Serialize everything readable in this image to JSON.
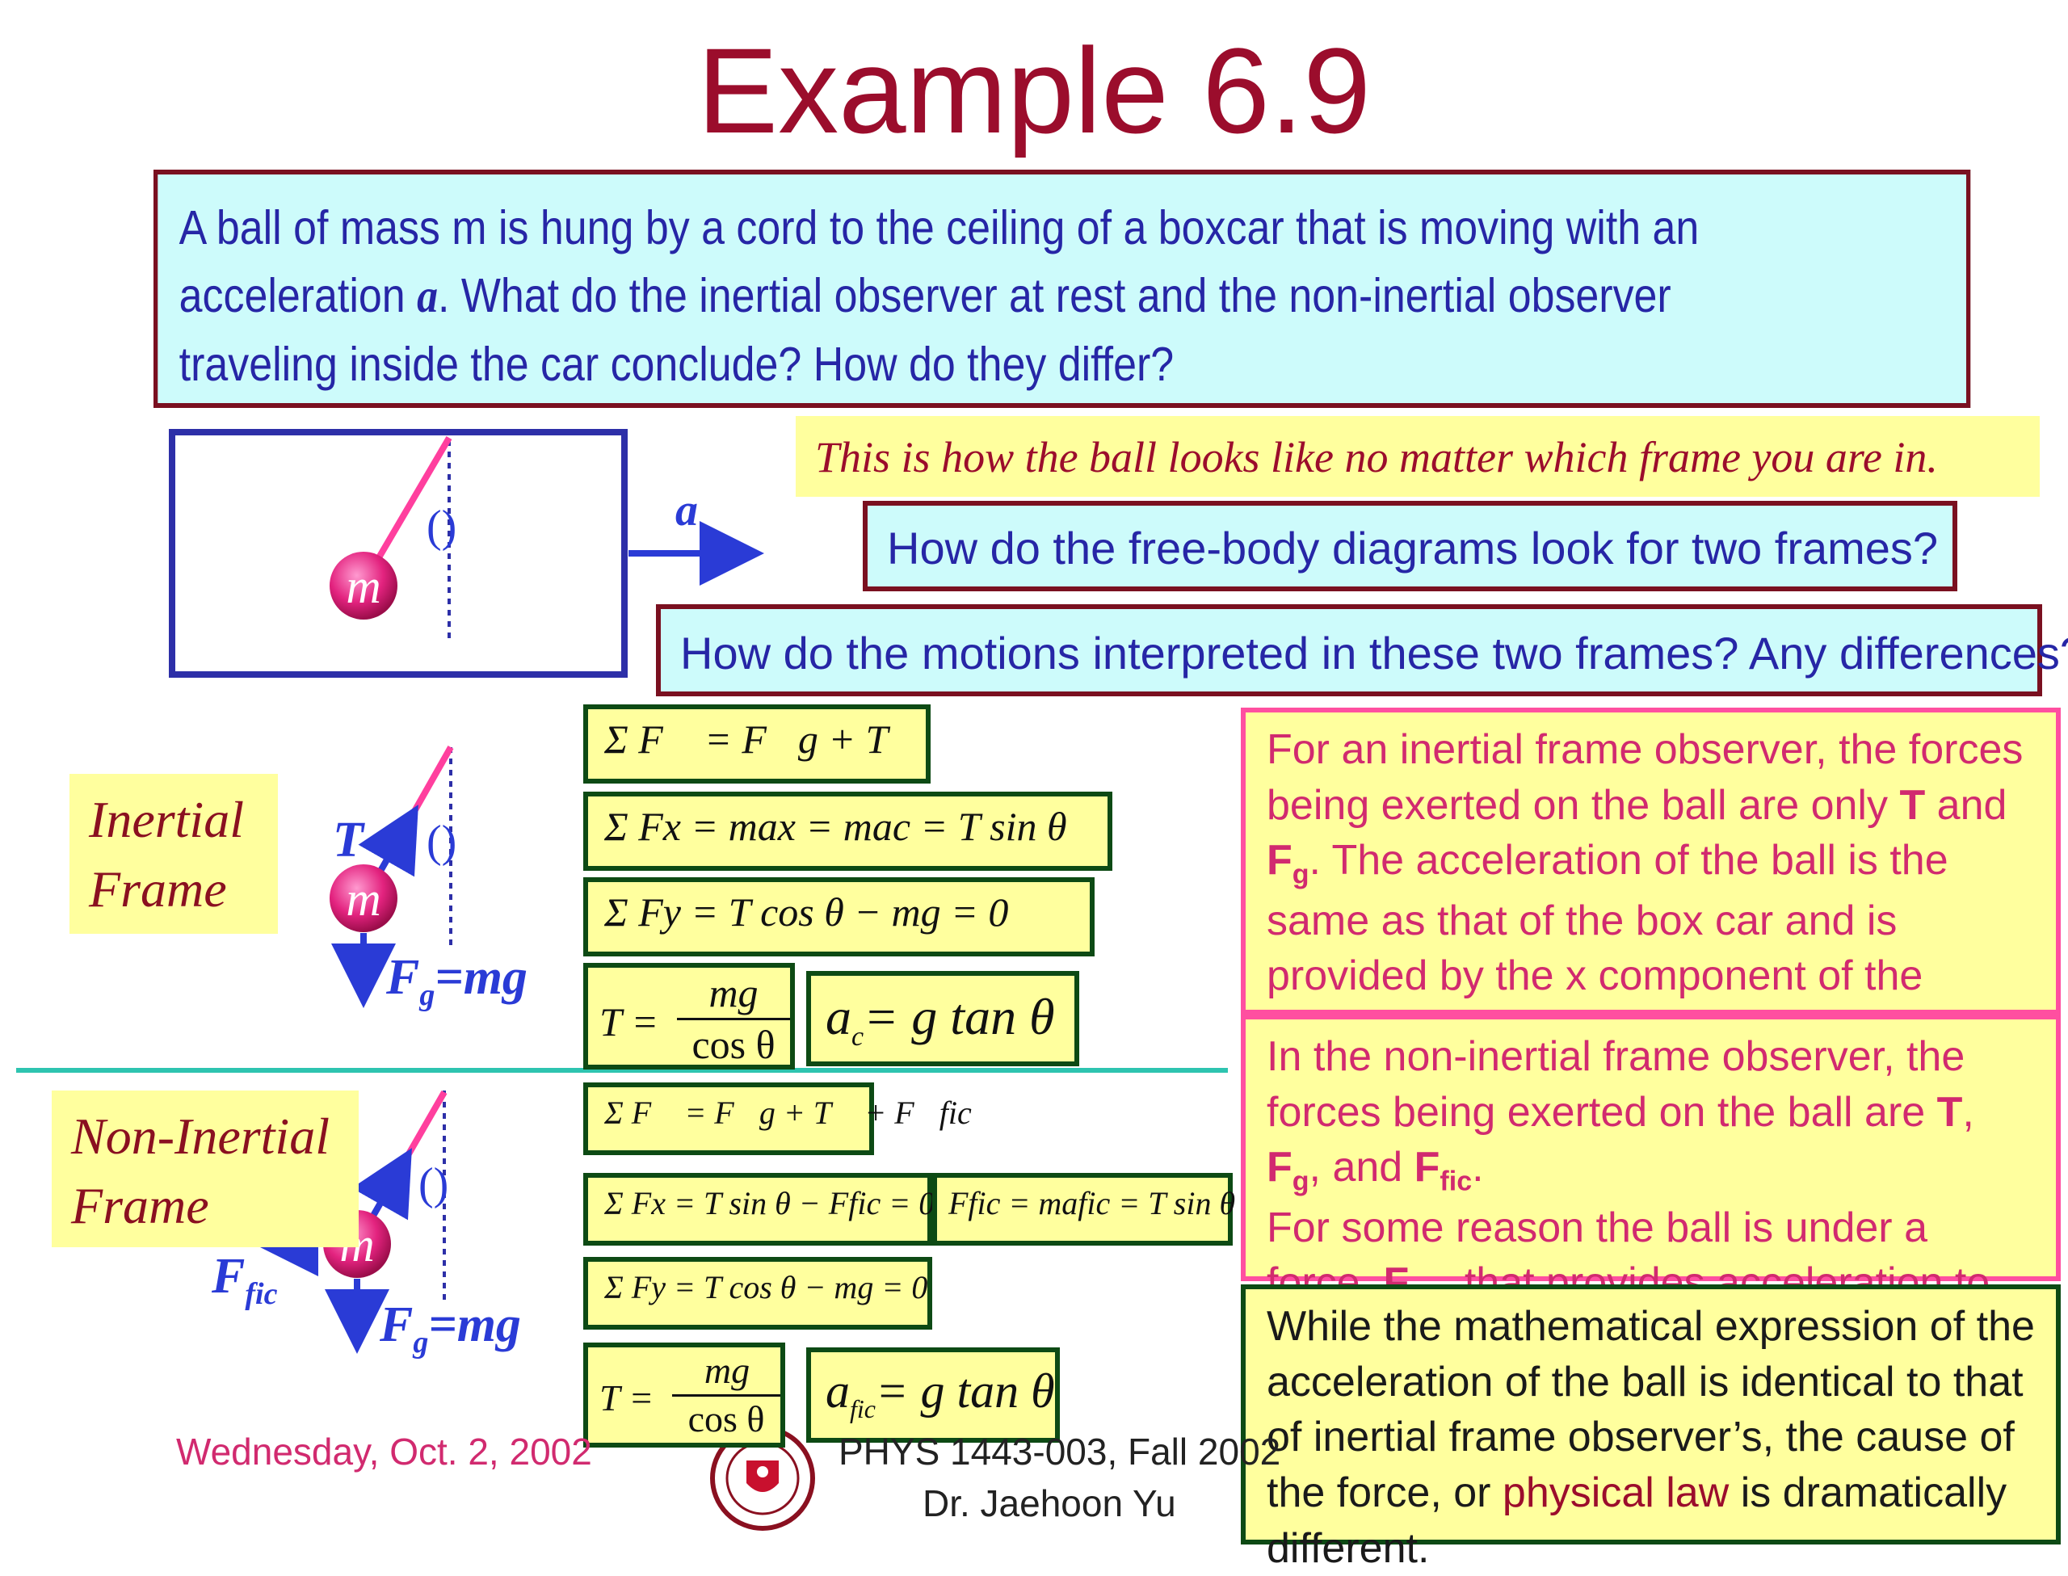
{
  "title": "Example 6.9",
  "problem": {
    "line1": "A ball of mass m is hung by a cord to the ceiling of a boxcar that is moving with an",
    "line2_pre": "acceleration ",
    "line2_a": "a",
    "line2_post": ".   What do the inertial observer at rest and the non-inertial observer",
    "line3": "traveling inside the car conclude?   How do they differ?"
  },
  "captions": {
    "looks": "This is how the ball looks like no matter which  frame you are in.",
    "fbd_question": "How do the free-body diagrams look for two frames?",
    "motion_question": "How do the motions interpreted in these two frames? Any differences?"
  },
  "diagram": {
    "mass_label": "m",
    "accel_label": "a",
    "tension_label": "T",
    "gravity_label": "F",
    "gravity_sub": "g",
    "gravity_rhs": "=mg",
    "fic_label": "F",
    "fic_sub": "fic",
    "theta_symbol": "()"
  },
  "frames": {
    "inertial_line1": "Inertial",
    "inertial_line2": "Frame",
    "noninertial_line1": "Non-Inertial",
    "noninertial_line2": "Frame"
  },
  "equations": {
    "inertial": {
      "eq1": "Σ F⃗ = F⃗g + T⃗",
      "eq2": "Σ Fx = max = mac = T sin θ",
      "eq3": "Σ Fy = T cos θ − mg = 0",
      "eq4_lhs": "T =",
      "eq4_num": "mg",
      "eq4_den": "cos θ",
      "eq5_a": "a",
      "eq5_sub": "c",
      "eq5_rhs": "= g tan θ"
    },
    "noninertial": {
      "eq1": "Σ F⃗ = F⃗g + T⃗ + F⃗fic",
      "eq2": "Σ Fx = T sin θ − Ffic = 0",
      "eq2b": "Ffic = mafic = T sin θ",
      "eq3": "Σ Fy = T cos θ − mg = 0",
      "eq4_lhs": "T =",
      "eq4_num": "mg",
      "eq4_den": "cos θ",
      "eq5_a": "a",
      "eq5_sub": "fic",
      "eq5_rhs": "= g tan θ"
    }
  },
  "explanations": {
    "inertial": {
      "t1": "For an inertial frame observer, the forces being exerted on the ball are only ",
      "T": "T",
      "and": " and ",
      "F": "F",
      "Fsub": "g",
      "t2": ". The acceleration of the ball is the same as that of the box car and is provided by the x component of the tension force."
    },
    "noninertial": {
      "t1": "In the non-inertial frame observer, the forces being exerted on the ball are ",
      "T": "T",
      "c1": ", ",
      "F": "F",
      "Fsub": "g",
      "c2": ", and ",
      "Ffic": "F",
      "Fficsub": "fic",
      "t2": ".",
      "t3": "For some reason the ball is under a force, ",
      "Ffic2": "F",
      "Ffic2sub": "fic",
      "t4": ", that provides acceleration to the ball."
    },
    "compare": {
      "t1": "While the mathematical expression of the acceleration of the ball is identical to that of inertial frame observer’s, the cause of the force, or ",
      "law": "physical law",
      "t2": " is dramatically different."
    }
  },
  "footer": {
    "date": "Wednesday, Oct. 2, 2002",
    "course": "PHYS 1443-003, Fall 2002",
    "professor": "Dr. Jaehoon Yu"
  },
  "colors": {
    "title": "#9b0d2c",
    "question_text": "#2626a6",
    "question_bg": "#cdfbfb",
    "note_bg": "#ffff9e",
    "pink_text": "#d12a6f",
    "cord": "#ff3f9e",
    "divider": "#2ec4b0",
    "equation_border": "#0d4a14"
  }
}
